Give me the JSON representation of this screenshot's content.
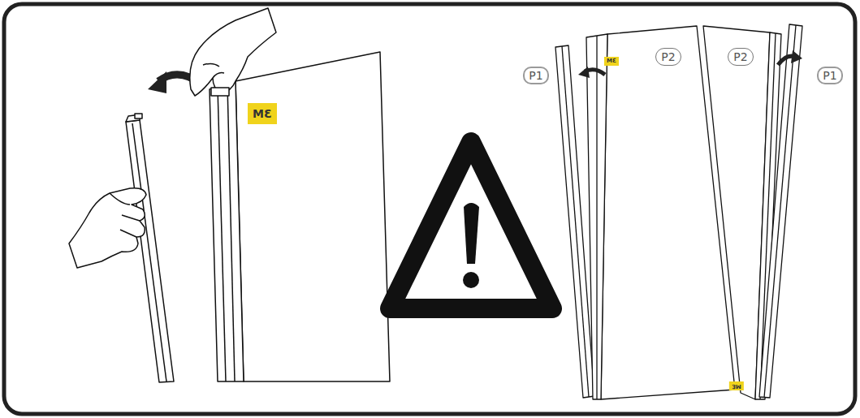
{
  "diagram": {
    "nodes": [
      {
        "text": [
          "P1"
        ]
      },
      {
        "text": [
          "P2"
        ]
      },
      {
        "text": [
          "P2"
        ]
      },
      {
        "text": [
          "P1"
        ]
      }
    ],
    "labels": [
      "MƐ",
      "MƐ",
      "MƐ"
    ]
  }
}
